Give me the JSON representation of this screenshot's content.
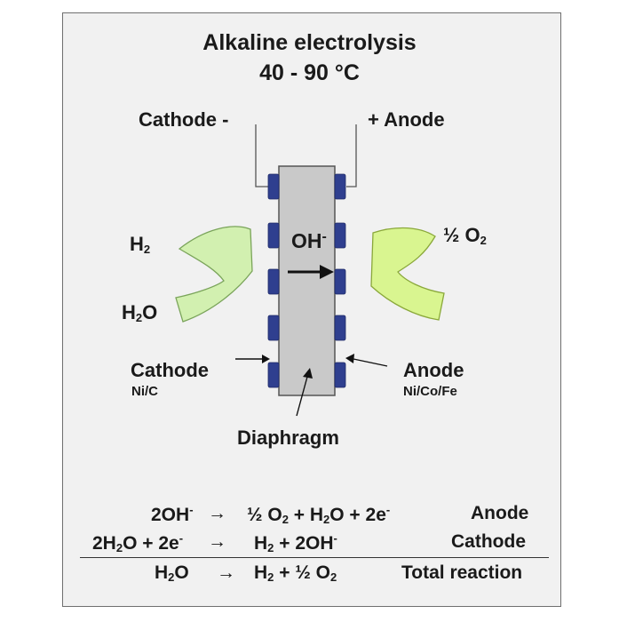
{
  "title": "Alkaline electrolysis",
  "temperature": "40 - 90 °C",
  "terminals": {
    "cathode": "Cathode -",
    "anode": "+ Anode"
  },
  "left_side": {
    "h2": "H",
    "h2_sub": "2",
    "h2o_a": "H",
    "h2o_sub": "2",
    "h2o_b": "O"
  },
  "right_side": {
    "o2": "½ O",
    "o2_sub": "2"
  },
  "ion": {
    "label": "OH",
    "charge": "-"
  },
  "electrodes": {
    "cathode": "Cathode",
    "cathode_material": "Ni/C",
    "anode": "Anode",
    "anode_material": "Ni/Co/Fe"
  },
  "diaphragm": "Diaphragm",
  "reactions": {
    "arrow": "→",
    "anode": {
      "lhs_a": "2OH",
      "lhs_sup": "-",
      "rhs_a": "½ O",
      "rhs_sub1": "2",
      "rhs_b": " + H",
      "rhs_sub2": "2",
      "rhs_c": "O + 2e",
      "rhs_sup": "-",
      "name": "Anode"
    },
    "cathode": {
      "lhs_a": "2H",
      "lhs_sub": "2",
      "lhs_b": "O + 2e",
      "lhs_sup": "-",
      "rhs_a": "H",
      "rhs_sub": "2",
      "rhs_b": " + 2OH",
      "rhs_sup": "-",
      "name": "Cathode"
    },
    "total": {
      "lhs_a": "H",
      "lhs_sub": "2",
      "lhs_b": "O",
      "rhs_a": "H",
      "rhs_sub": "2",
      "rhs_b": " + ½ O",
      "rhs_sub2": "2",
      "name": "Total reaction"
    }
  },
  "colors": {
    "electrode": "#2f3f8f",
    "diaphragm": "#c9c9c9",
    "membrane_flow": "#d2f0b0",
    "o2_flow": "#d9f590"
  }
}
